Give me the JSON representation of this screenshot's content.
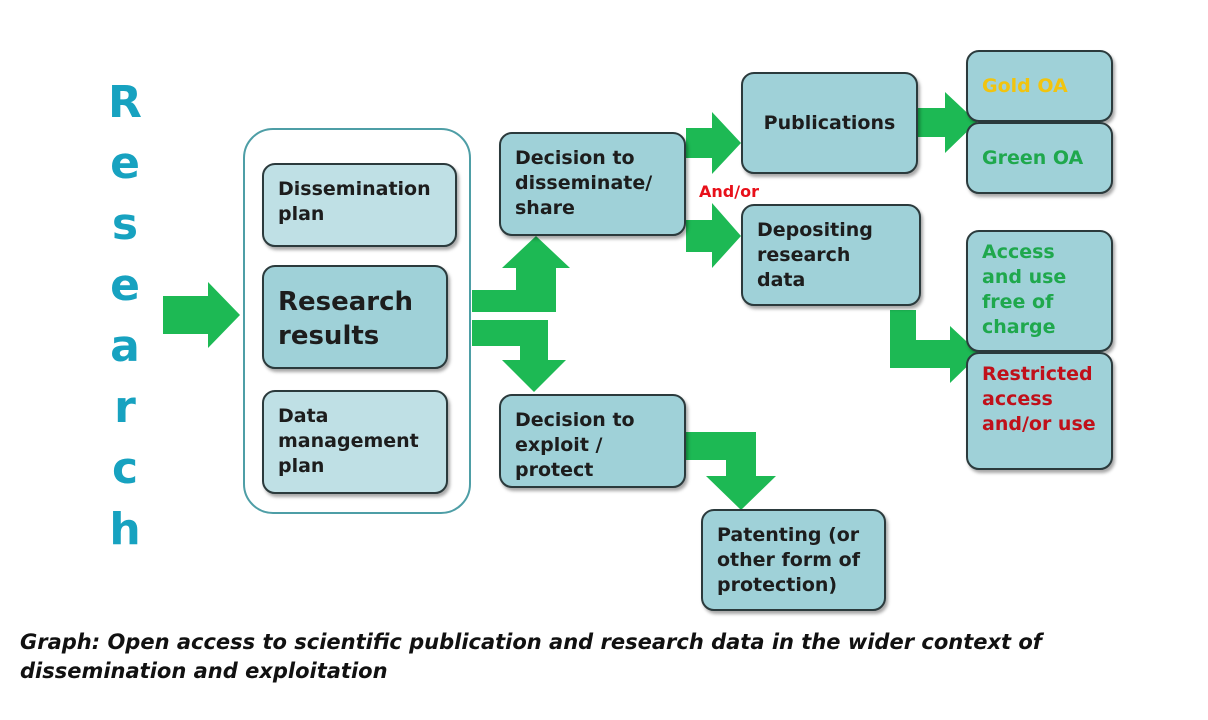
{
  "side_label": [
    "R",
    "e",
    "s",
    "e",
    "a",
    "r",
    "c",
    "h"
  ],
  "boxes": {
    "dissemination_plan": "Dissemination plan",
    "research_results": "Research results",
    "data_management_plan": "Data management plan",
    "decision_disseminate": "Decision to disseminate/ share",
    "decision_exploit": "Decision to exploit / protect",
    "publications": "Publications",
    "depositing": "Depositing research data",
    "patenting": "Patenting (or other form of protection)",
    "gold_oa": "Gold OA",
    "green_oa": "Green OA",
    "access_free": "Access and use free of charge",
    "restricted": "Restricted access and/or use"
  },
  "connector_label": "And/or",
  "caption": "Graph: Open access to scientific publication and research data in the wider context of dissemination and exploitation",
  "colors": {
    "arrow": "#1db954",
    "box_fill": "#9fd1d8",
    "side_label": "#17a2c0",
    "gold": "#f1c40f",
    "green": "#1fa84d",
    "red": "#c0101a"
  }
}
